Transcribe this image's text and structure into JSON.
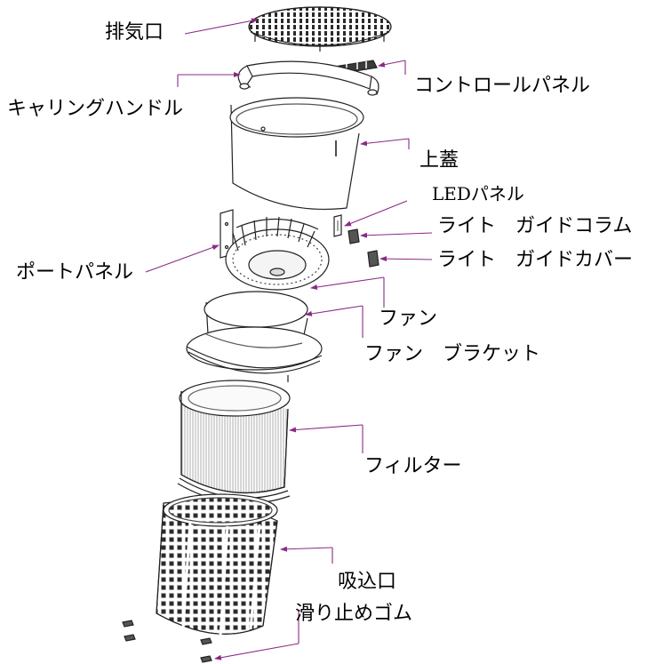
{
  "title": "",
  "labels": {
    "exhaust": "排気口",
    "control_panel": "コントロールパネル",
    "carrying_handle": "キャリングハンドル",
    "top_cover": "上蓋",
    "led_panel": "LEDパネル",
    "light_guide_column": "ライト　ガイドコラム",
    "port_panel": "ポートパネル",
    "light_guide_cover": "ライト　ガイドカバー",
    "fan": "ファン",
    "fan_bracket": "ファン　ブラケット",
    "filter": "フィルター",
    "intake": "吸込口",
    "anti_slip_rubber": "滑り止めゴム"
  },
  "colors": {
    "leader": "#8a2a86",
    "stroke": "#222222",
    "background": "#ffffff"
  }
}
